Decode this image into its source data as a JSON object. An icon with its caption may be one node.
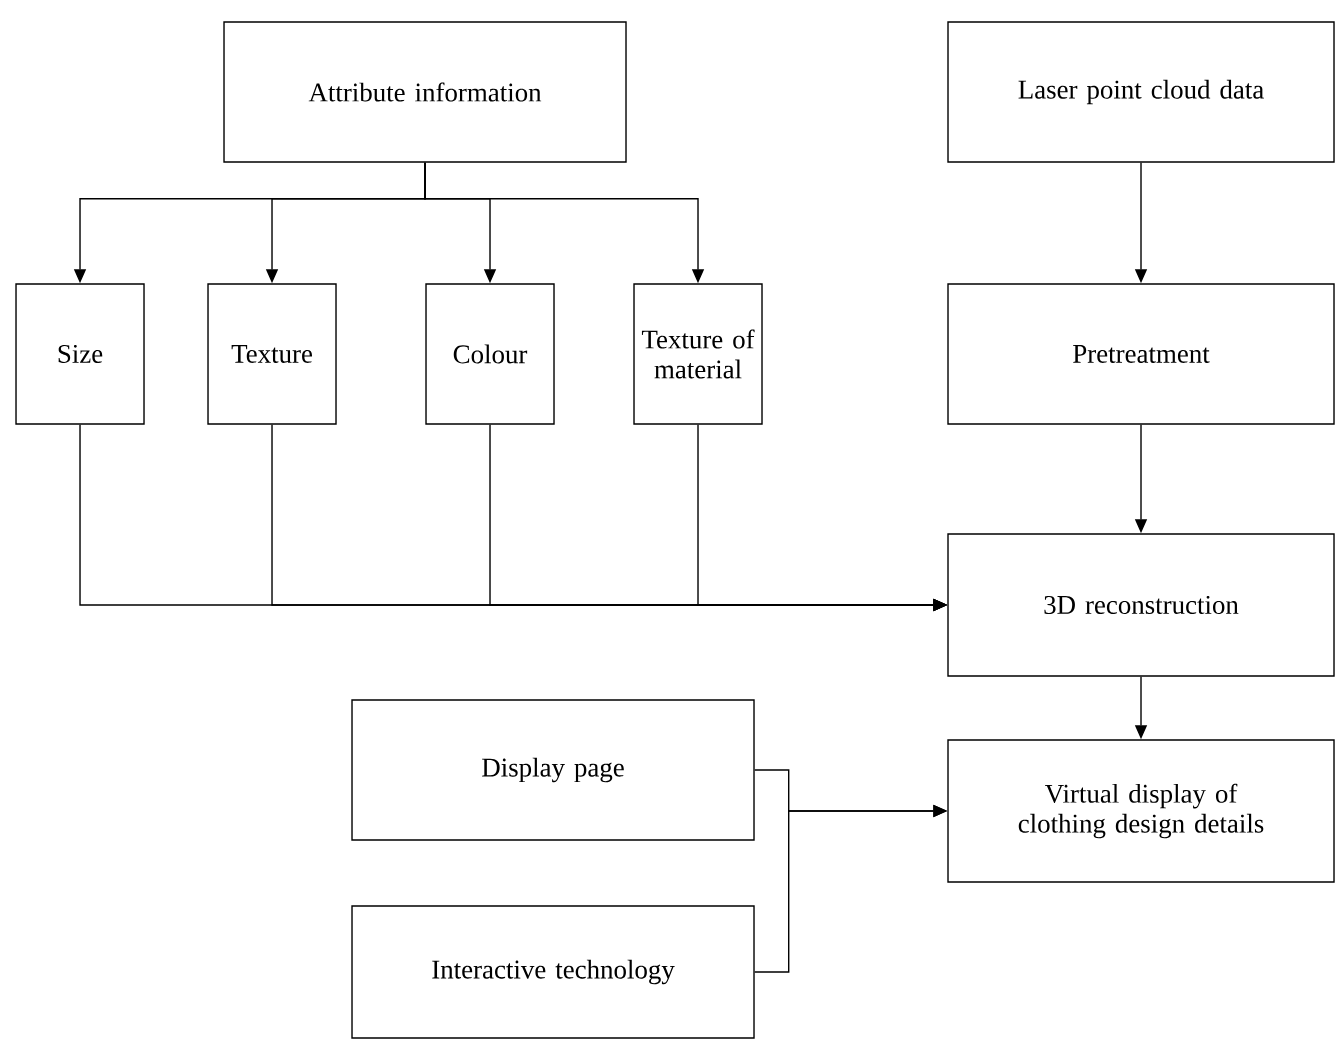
{
  "diagram": {
    "nodes": [
      {
        "text": [
          "Attribute information"
        ]
      },
      {
        "text": [
          "Laser point cloud data"
        ]
      },
      {
        "text": [
          "Size"
        ]
      },
      {
        "text": [
          "Texture"
        ]
      },
      {
        "text": [
          "Colour"
        ]
      },
      {
        "text": [
          "Texture of material"
        ]
      },
      {
        "text": [
          "Pretreatment"
        ]
      },
      {
        "text": [
          "3D reconstruction"
        ]
      },
      {
        "text": [
          "Virtual display of clothing design details"
        ]
      },
      {
        "text": [
          "Display page"
        ]
      },
      {
        "text": [
          "Interactive technology"
        ]
      }
    ],
    "edges": [
      {
        "from": 0,
        "to": 2,
        "arrow": "to"
      },
      {
        "from": 0,
        "to": 3,
        "arrow": "to"
      },
      {
        "from": 0,
        "to": 4,
        "arrow": "to"
      },
      {
        "from": 0,
        "to": 5,
        "arrow": "to"
      },
      {
        "from": 1,
        "to": 6,
        "arrow": "to"
      },
      {
        "from": 6,
        "to": 7,
        "arrow": "to"
      },
      {
        "from": 2,
        "to": 7,
        "arrow": "to"
      },
      {
        "from": 3,
        "to": 7,
        "arrow": "to"
      },
      {
        "from": 4,
        "to": 7,
        "arrow": "to"
      },
      {
        "from": 5,
        "to": 7,
        "arrow": "to"
      },
      {
        "from": 7,
        "to": 8,
        "arrow": "to"
      },
      {
        "from": 9,
        "to": 8,
        "arrow": "to"
      },
      {
        "from": 10,
        "to": 8,
        "arrow": "to"
      }
    ]
  }
}
